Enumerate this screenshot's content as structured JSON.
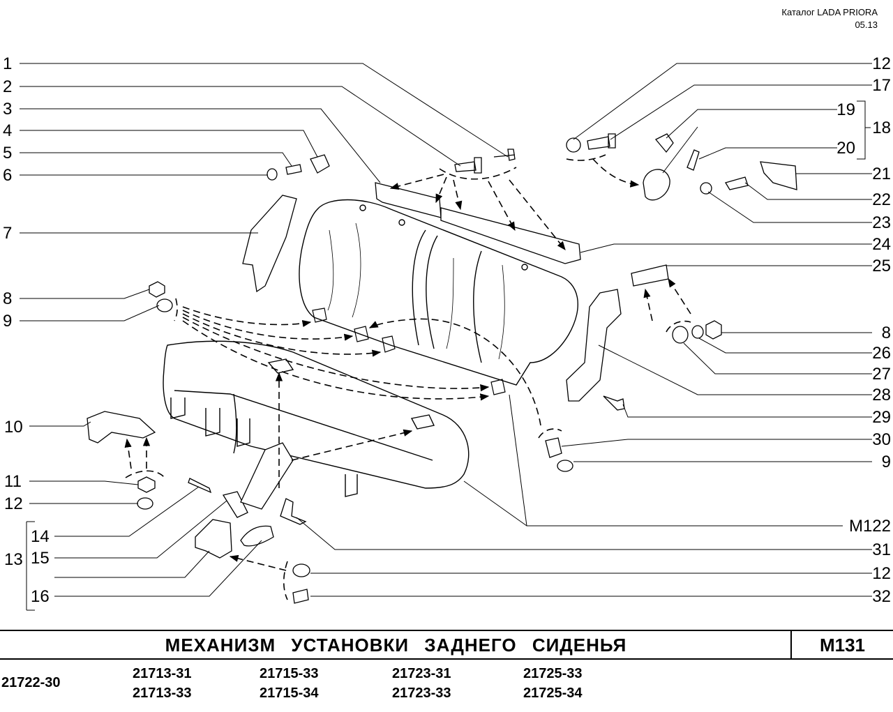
{
  "header": {
    "catalog": "Каталог  LADA  PRIORA",
    "date": "05.13"
  },
  "callouts_left": [
    "1",
    "2",
    "3",
    "4",
    "5",
    "6",
    "7",
    "8",
    "9",
    "10",
    "11",
    "12",
    "14",
    "15",
    "16"
  ],
  "group_left": "13",
  "callouts_right": [
    "12",
    "17",
    "19",
    "20",
    "18",
    "21",
    "22",
    "23",
    "24",
    "25",
    "8",
    "26",
    "27",
    "28",
    "29",
    "30",
    "9",
    "M122",
    "31",
    "12",
    "32"
  ],
  "footer": {
    "title": "МЕХАНИЗМ   УСТАНОВКИ   ЗАДНЕГО   СИДЕНЬЯ",
    "code": "M131",
    "base_model": "21722-30",
    "models": [
      "21713-31",
      "21713-33",
      "21715-33",
      "21715-34",
      "21723-31",
      "21723-33",
      "21725-33",
      "21725-34"
    ]
  }
}
